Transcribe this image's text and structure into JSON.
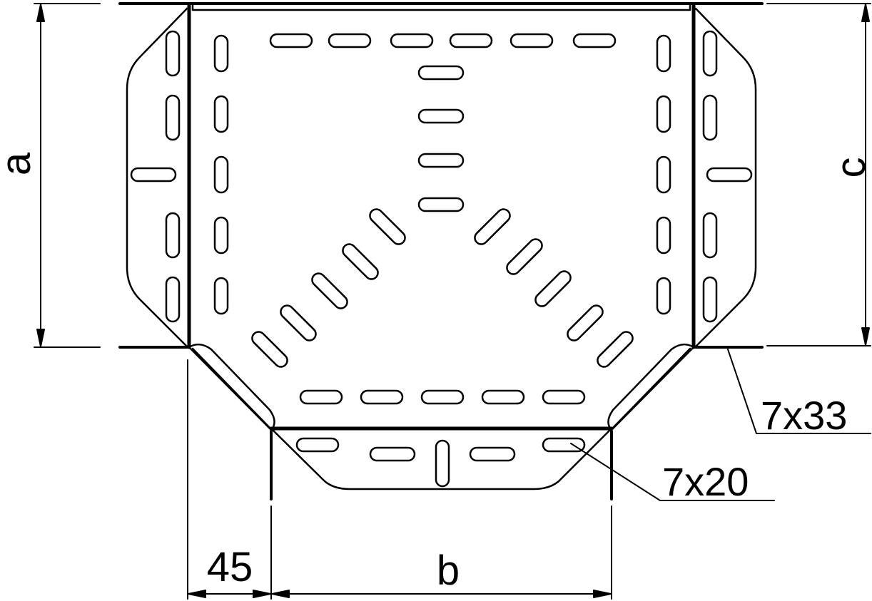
{
  "drawing": {
    "dim_a": "a",
    "dim_b": "b",
    "dim_c": "c",
    "dim_45": "45",
    "slot_large": "7x33",
    "slot_small": "7x20"
  },
  "colors": {
    "line": "#000000",
    "background": "#ffffff"
  }
}
